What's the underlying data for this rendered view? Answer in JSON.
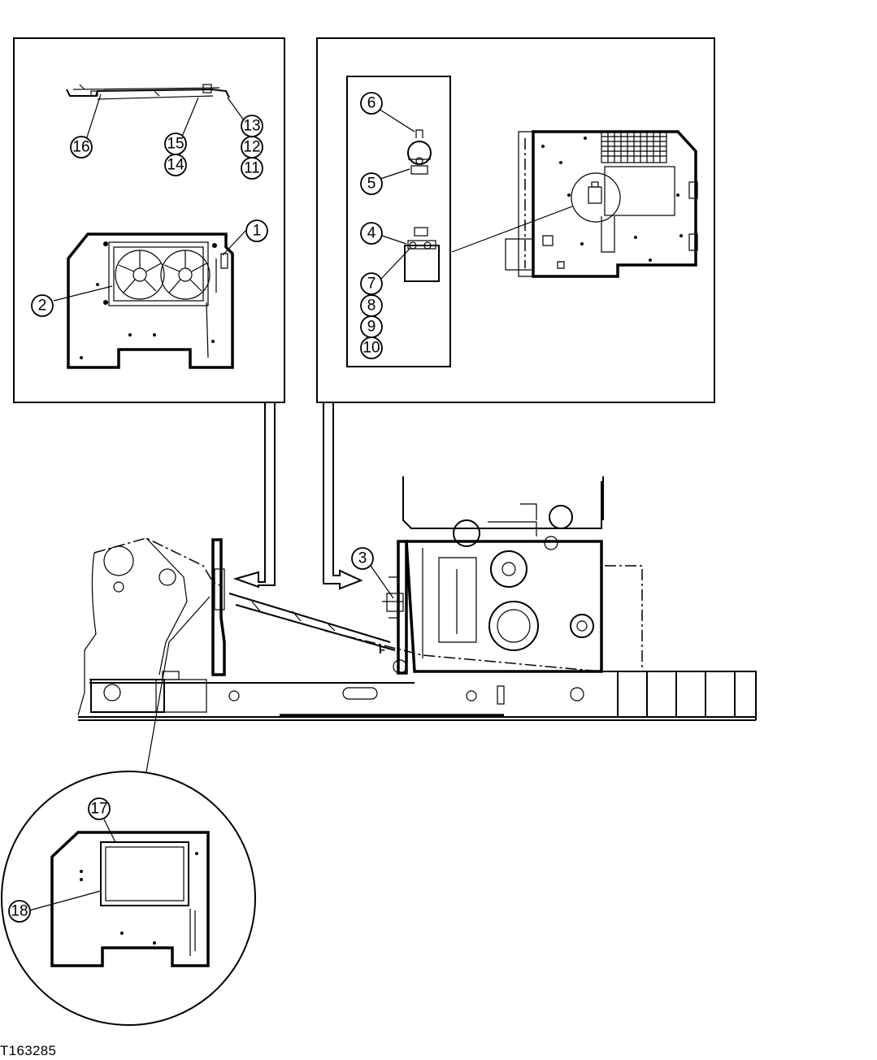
{
  "figure_id": "T163285",
  "callouts": {
    "c1": "1",
    "c2": "2",
    "c3": "3",
    "c4": "4",
    "c5": "5",
    "c6": "6",
    "c7": "7",
    "c8": "8",
    "c9": "9",
    "c10": "10",
    "c11": "11",
    "c12": "12",
    "c13": "13",
    "c14": "14",
    "c15": "15",
    "c16": "16",
    "c17": "17",
    "c18": "18"
  },
  "inset_panel_markings": {
    "f_label": "F"
  }
}
